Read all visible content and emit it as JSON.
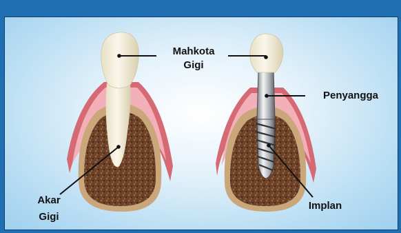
{
  "labels": {
    "crown": [
      "Mahkota",
      "Gigi"
    ],
    "root": [
      "Akar",
      "Gigi"
    ],
    "abutment": "Penyangga",
    "implant": "Implan"
  }
}
